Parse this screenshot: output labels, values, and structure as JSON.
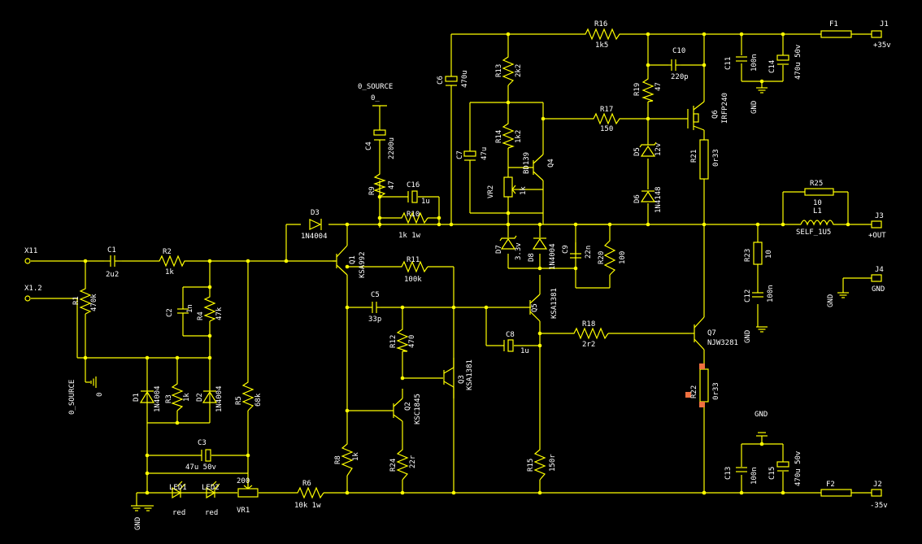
{
  "labels": {
    "X11": "X11",
    "X12": "X1.2",
    "R1": "R1",
    "R1v": "470k",
    "C1": "C1",
    "C1v": "2u2",
    "R2": "R2",
    "R2v": "1k",
    "C2": "C2",
    "C2v": "1n",
    "R4": "R4",
    "R4v": "47k",
    "D1": "D1",
    "D1v": "1N4004",
    "R3": "R3",
    "R3v": "1k",
    "D2": "D2",
    "D2v": "1N4004",
    "C3": "C3",
    "C3v": "47u 50v",
    "LED1": "LED1",
    "LED1v": "red",
    "LED2": "LED2",
    "LED2v": "red",
    "GND_L": "GND",
    "R5": "R5",
    "R5v": "68k",
    "VR1": "VR1",
    "VR1v": "200",
    "R6": "R6",
    "R6v": "10k 1w",
    "Q1": "Q1",
    "Q1v": "KSA992",
    "D3": "D3",
    "D3v": "1N4004",
    "R8": "R8",
    "R8v": "1k",
    "C5": "C5",
    "C5v": "33p",
    "R12": "R12",
    "R12v": "470",
    "Q2": "Q2",
    "Q2v": "KSC1845",
    "R24": "R24",
    "R24v": "22r",
    "Q3": "Q3",
    "Q3v": "KSA1381",
    "R11": "R11",
    "R11v": "100k",
    "R10": "R10",
    "R10v": "1k 1w",
    "R9": "R9",
    "R9v": "47",
    "C16": "C16",
    "C16v": "1u",
    "C4": "C4",
    "C4v": "2200u",
    "ZS1": "0_SOURCE",
    "ZS1b": "0_",
    "ZS2": "0_SOURCE",
    "ZS2b": "0",
    "C6": "C6",
    "C6v": "470u",
    "R13": "R13",
    "R13v": "2k2",
    "C7": "C7",
    "C7v": "47u",
    "R14": "R14",
    "R14v": "1k2",
    "VR2": "VR2",
    "VR2v": "1k",
    "Q4": "Q4",
    "Q4v": "BD139",
    "D7": "D7",
    "D7v": "3.3v",
    "D8": "D8",
    "D8v": "1N4004",
    "C9": "C9",
    "C9v": "22n",
    "R20": "R20",
    "R20v": "100",
    "Q5": "Q5",
    "Q5v": "KSA1381",
    "C8": "C8",
    "C8v": "1u",
    "R15": "R15",
    "R15v": "150r",
    "R18": "R18",
    "R18v": "2r2",
    "R16": "R16",
    "R16v": "1k5",
    "R17": "R17",
    "R17v": "150",
    "C10": "C10",
    "C10v": "220p",
    "R19": "R19",
    "R19v": "47",
    "D5": "D5",
    "D5v": "12v",
    "D6": "D6",
    "D6v": "1N4148",
    "Q6": "Q6",
    "Q6v": "IRFP240",
    "R21": "R21",
    "R21v": "0r33",
    "Q7": "Q7",
    "Q7v": "NJW3281",
    "R22": "R22",
    "R22v": "0r33",
    "C11": "C11",
    "C11v": "100n",
    "C14": "C14",
    "C14v": "470u 50v",
    "GND_TOP": "GND",
    "F1": "F1",
    "J1": "J1",
    "J1v": "+35v",
    "R25": "R25",
    "R25v": "10",
    "L1": "L1",
    "L1v": "SELF_1U5",
    "J3": "J3",
    "J3v": "+OUT",
    "R23": "R23",
    "R23v": "10",
    "C12": "C12",
    "C12v": "100n",
    "GND_MID": "GND",
    "J4": "J4",
    "J4v": "GND",
    "GND_J4": "GND",
    "GND_BOT": "GND",
    "C13": "C13",
    "C13v": "100n",
    "C15": "C15",
    "C15v": "470u 50v",
    "F2": "F2",
    "J2": "J2",
    "J2v": "-35v"
  },
  "colors": {
    "wire": "#ffff00",
    "text": "#ffffff",
    "background": "#000000",
    "pad_highlight": "#f07040"
  }
}
